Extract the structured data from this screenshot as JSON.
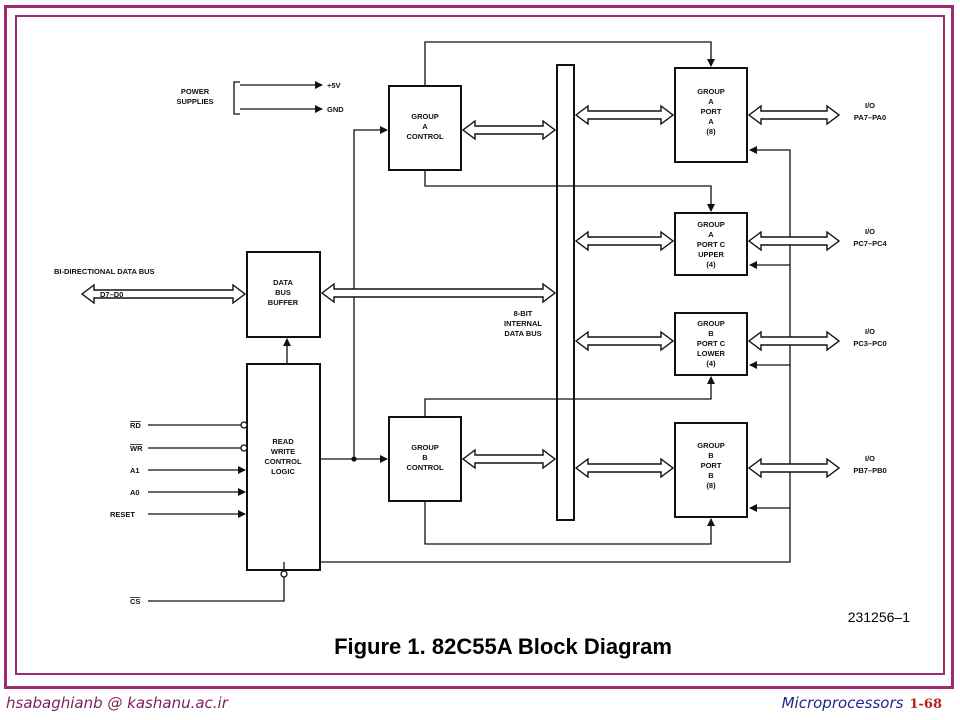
{
  "figure": {
    "caption": "Figure 1. 82C55A Block Diagram",
    "figure_number": "231256–1"
  },
  "power": {
    "label_line1": "POWER",
    "label_line2": "SUPPLIES",
    "vcc": "+5V",
    "gnd": "GND"
  },
  "bus": {
    "external_label": "BI-DIRECTIONAL DATA BUS",
    "external_pins": "D7–D0",
    "internal_line1": "8-BIT",
    "internal_line2": "INTERNAL",
    "internal_line3": "DATA BUS"
  },
  "blocks": {
    "data_bus_buffer": [
      "DATA",
      "BUS",
      "BUFFER"
    ],
    "rw_control": [
      "READ",
      "WRITE",
      "CONTROL",
      "LOGIC"
    ],
    "group_a_control": [
      "GROUP",
      "A",
      "CONTROL"
    ],
    "group_b_control": [
      "GROUP",
      "B",
      "CONTROL"
    ],
    "group_a_port_a": [
      "GROUP",
      "A",
      "PORT",
      "A",
      "(8)"
    ],
    "group_a_port_c_upper": [
      "GROUP",
      "A",
      "PORT C",
      "UPPER",
      "(4)"
    ],
    "group_b_port_c_lower": [
      "GROUP",
      "B",
      "PORT C",
      "LOWER",
      "(4)"
    ],
    "group_b_port_b": [
      "GROUP",
      "B",
      "PORT",
      "B",
      "(8)"
    ]
  },
  "control_inputs": {
    "rd": "RD",
    "wr": "WR",
    "a1": "A1",
    "a0": "A0",
    "reset": "RESET",
    "cs": "CS"
  },
  "io": {
    "label": "I/O",
    "pa": "PA7–PA0",
    "pcu": "PC7–PC4",
    "pcl": "PC3–PC0",
    "pb": "PB7–PB0"
  },
  "footer": {
    "email": "hsabaghianb @ kashanu.ac.ir",
    "course": "Microprocessors",
    "page": "1-68"
  },
  "colors": {
    "frame": "#9e2a72",
    "email": "#7a1f5c",
    "course": "#1d2a8a",
    "page": "#b22222"
  }
}
